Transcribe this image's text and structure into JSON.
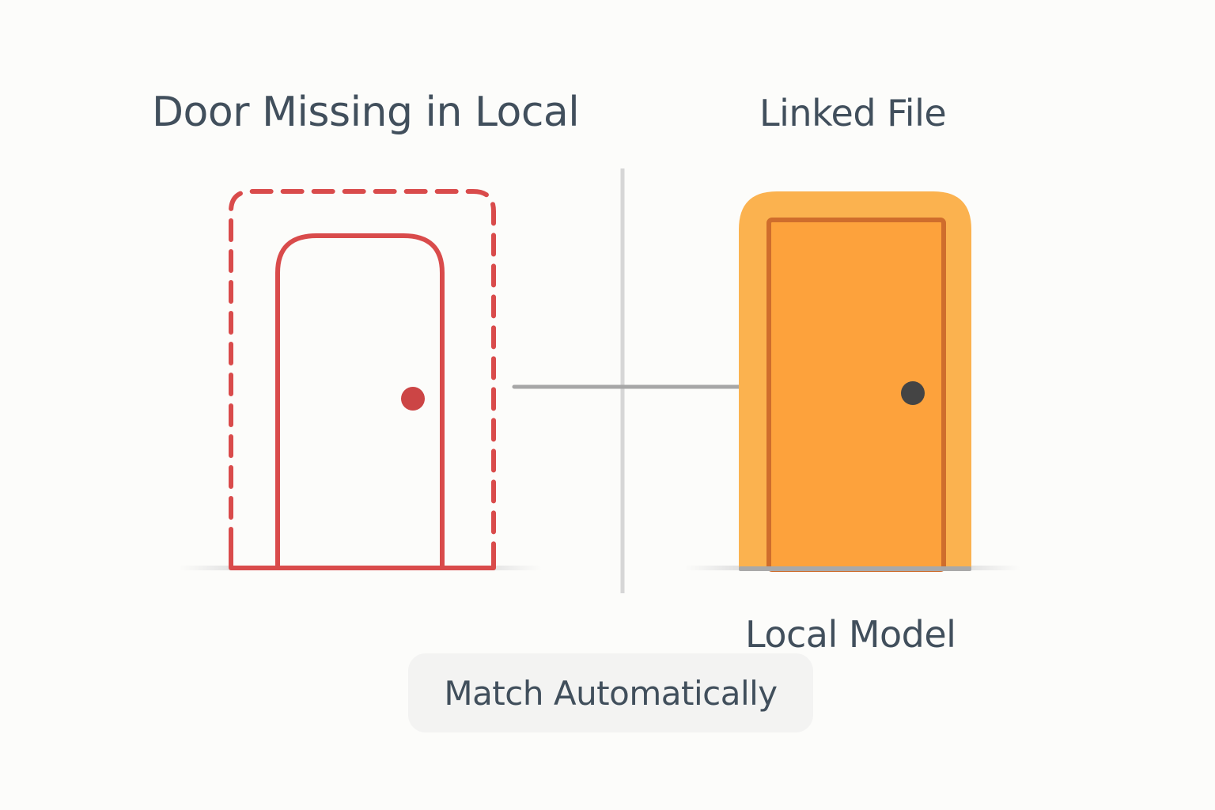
{
  "labels": {
    "missing_in_local": "Door Missing in Local",
    "linked_file": "Linked File",
    "local_model": "Local Model"
  },
  "actions": {
    "match_label": "Match Automatically"
  },
  "icons": {
    "missing_door": "missing-door-outline-icon",
    "present_door": "orange-door-icon"
  },
  "colors": {
    "background": "#fcfcfa",
    "missing_red": "#d94b4b",
    "door_frame": "#fbb24f",
    "door_panel": "#fda23c",
    "door_edge": "#cf6d2c",
    "knob_dark": "#444444",
    "connector": "#a7a7a7",
    "divider": "#d6d6d6",
    "text": "#414f5c",
    "button_bg": "#f3f3f2"
  }
}
